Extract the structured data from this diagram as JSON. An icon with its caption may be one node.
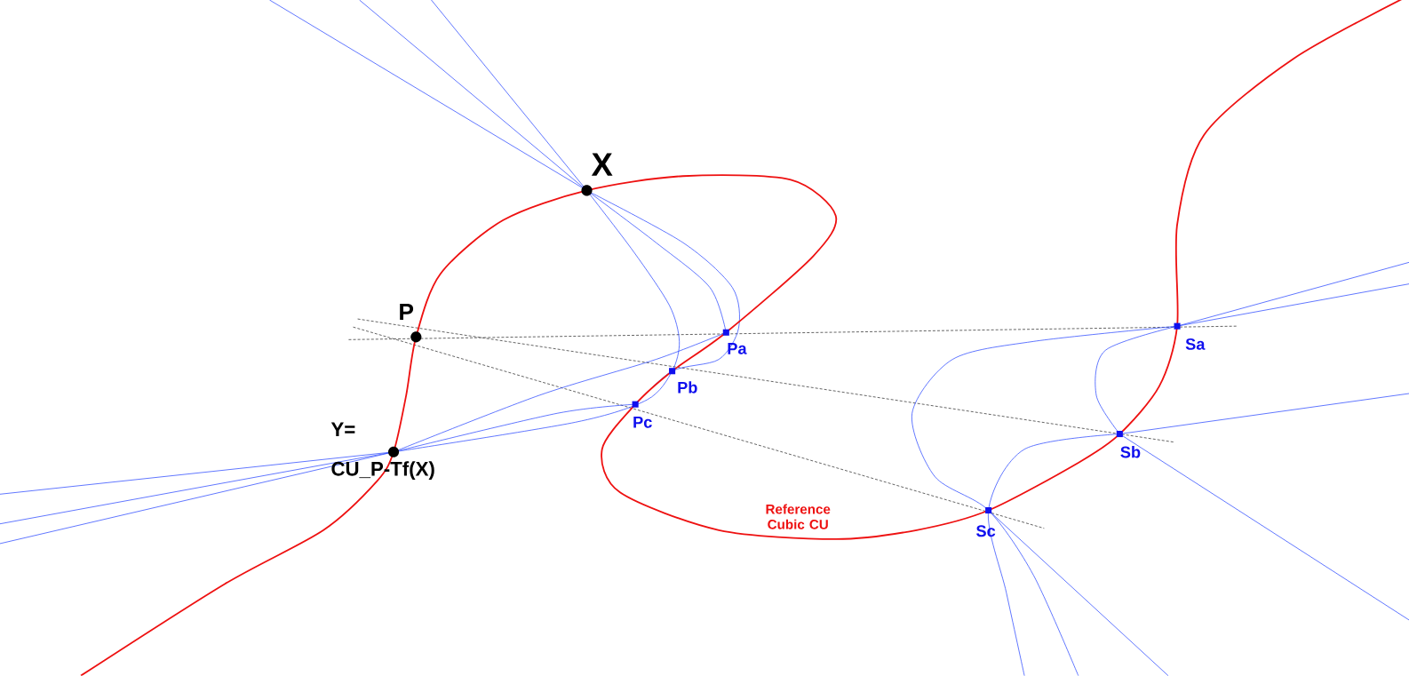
{
  "diagram": {
    "labels": [
      "X",
      "P",
      "Pa",
      "Pb",
      "Pc",
      "Y= CU_P-Tf(X)",
      "Sa",
      "Sb",
      "Reference Cubic CU",
      "Sc"
    ]
  }
}
